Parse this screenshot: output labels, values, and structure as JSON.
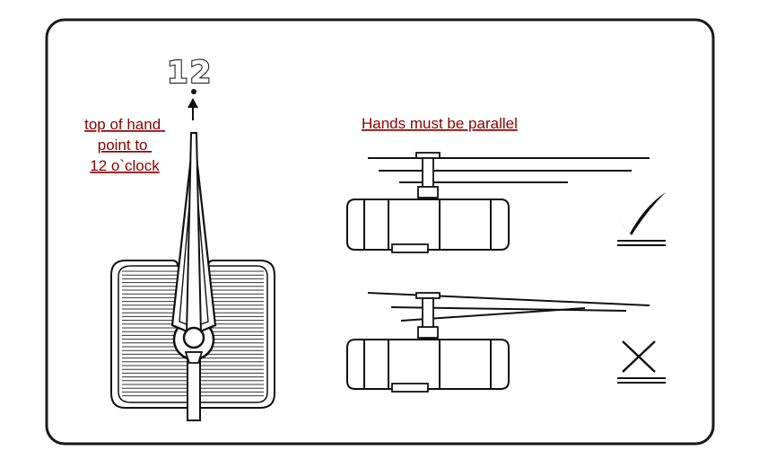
{
  "clock_label": "12",
  "top_hand_label": [
    "top of hand",
    "point to",
    "12 o`clock"
  ],
  "parallel_label": "Hands must be parallel",
  "icons": {
    "correct": "checkmark-icon",
    "incorrect": "cross-icon"
  }
}
